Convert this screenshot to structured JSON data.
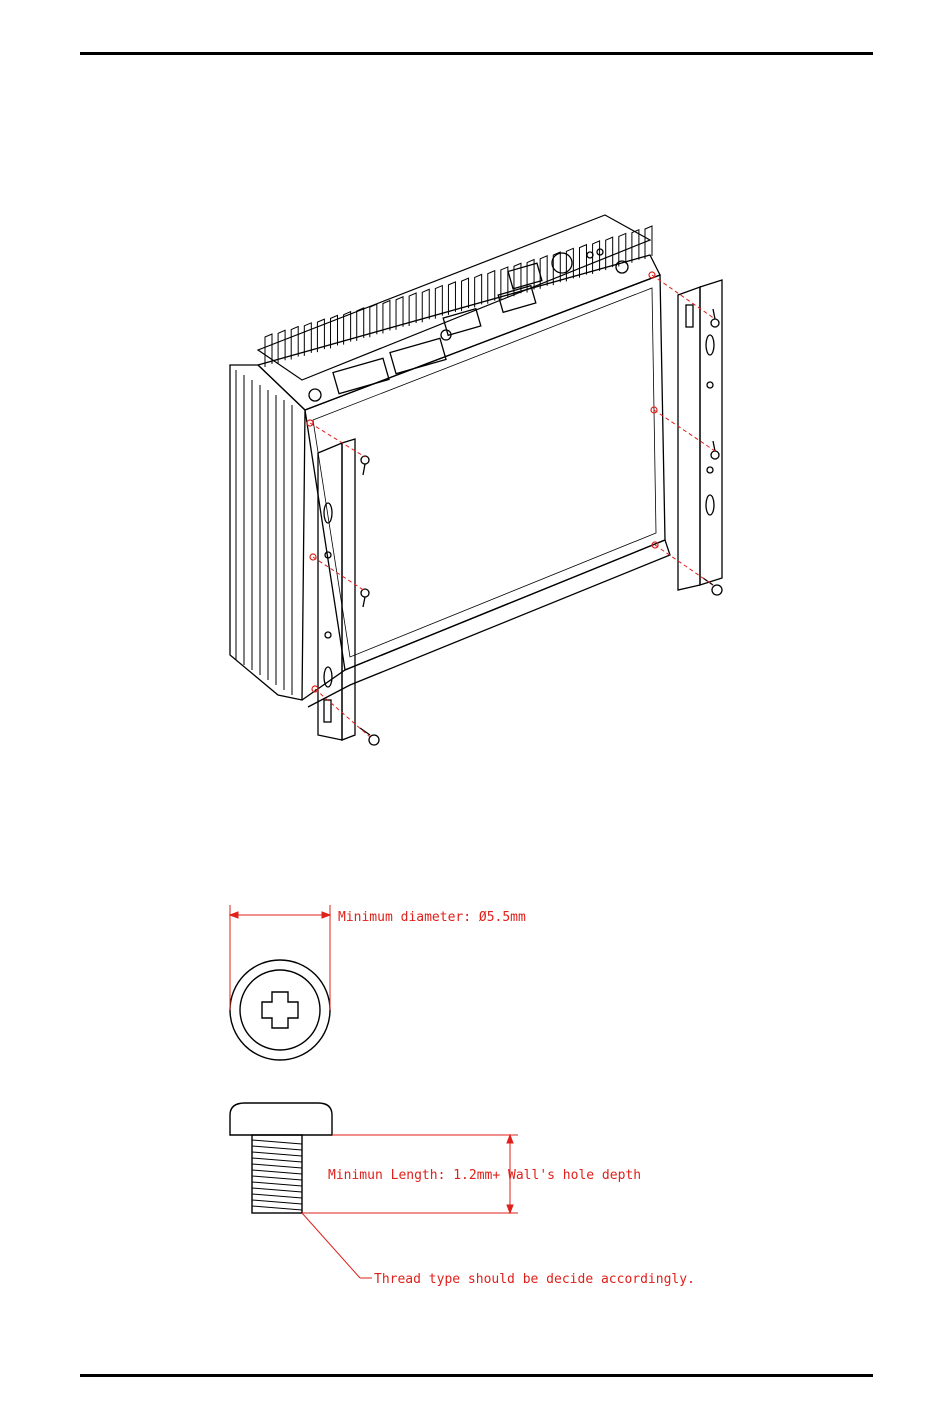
{
  "screw_spec": {
    "min_diameter_label": "Minimum diameter: Ø5.5mm",
    "min_length_label": "Minimun Length: 1.2mm+ Wall's hole depth",
    "thread_note": "Thread type should be decide accordingly."
  },
  "colors": {
    "line": "#000000",
    "dimension": "#e0201a"
  }
}
